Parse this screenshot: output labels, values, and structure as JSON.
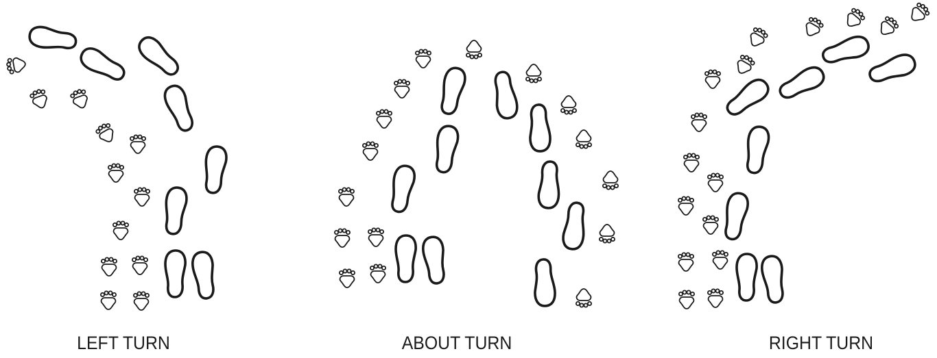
{
  "captions": {
    "left": "LEFT TURN",
    "about": "ABOUT TURN",
    "right": "RIGHT TURN"
  },
  "colors": {
    "stroke": "#1a1a1a",
    "background": "#ffffff"
  },
  "icons": {
    "human": "human-footprint-icon",
    "dog": "dog-paw-print-icon"
  }
}
